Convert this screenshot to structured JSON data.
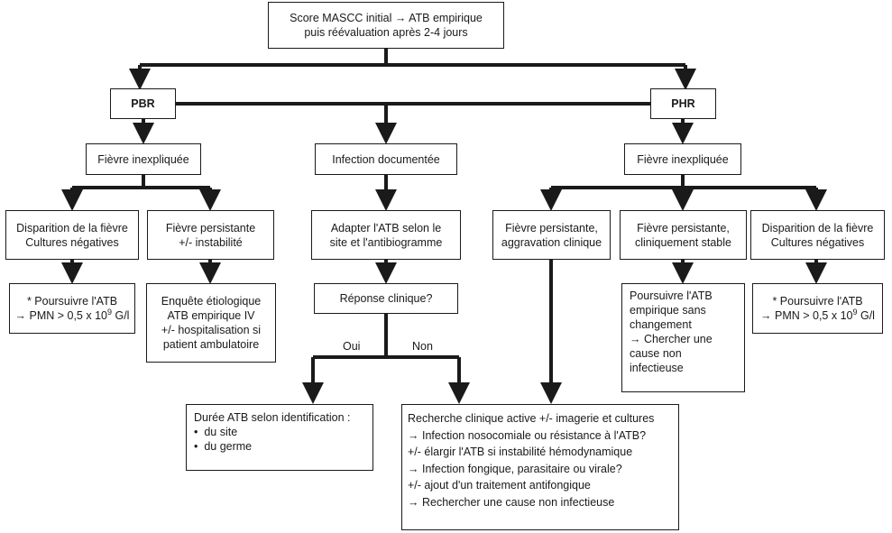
{
  "nodes": {
    "start": [
      "Score MASCC initial → ATB empirique",
      "puis réévaluation après 2-4 jours"
    ],
    "pbr": "PBR",
    "phr": "PHR",
    "fievre_l": "Fièvre inexpliquée",
    "infection": "Infection documentée",
    "fievre_r": "Fièvre inexpliquée",
    "disp_l": [
      "Disparition de la fièvre",
      "Cultures négatives"
    ],
    "fp_l": [
      "Fièvre persistante",
      "+/- instabilité"
    ],
    "adapter": [
      "Adapter l'ATB selon le",
      "site et l'antibiogramme"
    ],
    "fp_aggr": [
      "Fièvre persistante,",
      "aggravation clinique"
    ],
    "fp_stable": [
      "Fièvre persistante,",
      "cliniquement stable"
    ],
    "disp_r": [
      "Disparition de la fièvre",
      "Cultures négatives"
    ],
    "pours_l": [
      "* Poursuivre l'ATB",
      "→ PMN > 0,5 x 10",
      "9",
      " G/l"
    ],
    "enquete": [
      "Enquête étiologique",
      "ATB empirique IV",
      "+/- hospitalisation si",
      "patient ambulatoire"
    ],
    "reponse": "Réponse clinique?",
    "pours_stable": [
      "Poursuivre l'ATB",
      "empirique sans",
      "changement",
      "→ Chercher une",
      "cause non",
      "infectieuse"
    ],
    "pours_r": [
      "* Poursuivre l'ATB",
      "→ PMN > 0,5 x 10",
      "9",
      " G/l"
    ],
    "duree": {
      "title": "Durée ATB selon identification :",
      "items": [
        "du site",
        "du germe"
      ]
    },
    "recherche": [
      "Recherche clinique active +/- imagerie et cultures",
      "→  Infection nosocomiale ou résistance à l'ATB?",
      "+/- élargir l'ATB si instabilité hémodynamique",
      "→  Infection fongique, parasitaire ou virale?",
      "+/- ajout d'un traitement antifongique",
      "→  Rechercher une cause non infectieuse"
    ]
  },
  "labels": {
    "oui": "Oui",
    "non": "Non"
  },
  "colors": {
    "line": "#1a1a1a",
    "box_border": "#1a1a1a",
    "background": "#ffffff"
  }
}
